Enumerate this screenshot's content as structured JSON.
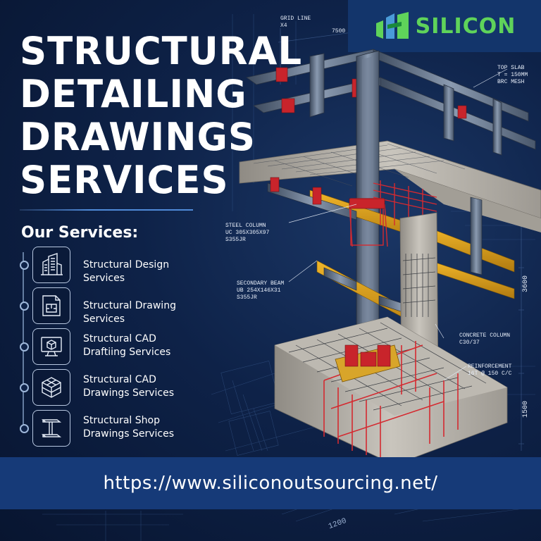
{
  "brand": {
    "name": "SILICON",
    "color": "#5fd35a",
    "icon": "silicon-logo-icon"
  },
  "title": {
    "lines": [
      "STRUCTURAL",
      "DETAILING",
      "DRAWINGS",
      "SERVICES"
    ]
  },
  "services": {
    "heading": "Our Services:",
    "items": [
      {
        "label_lines": [
          "Structural Design Services"
        ],
        "icon": "building-icon"
      },
      {
        "label_lines": [
          "Structural Drawing Services"
        ],
        "icon": "floor-plan-icon"
      },
      {
        "label_lines": [
          "Structural CAD",
          "Draftiing Services"
        ],
        "icon": "monitor-cad-icon"
      },
      {
        "label_lines": [
          "Structural CAD",
          "Drawings Services"
        ],
        "icon": "wireframe-cube-icon"
      },
      {
        "label_lines": [
          "Structural Shop",
          "Drawings Services"
        ],
        "icon": "steel-beam-icon"
      }
    ]
  },
  "annotations": {
    "grid_line": [
      "GRID LINE",
      "X4"
    ],
    "dim_top": "7500",
    "top_slab": [
      "TOP SLAB",
      "t = 150mm",
      "BRC MESH"
    ],
    "steel_column": [
      "STEEL COLUMN",
      "UC 305x305x97",
      "S355JR"
    ],
    "secondary_beam": [
      "SECONDARY BEAM",
      "UB 254x146x31",
      "S355JR"
    ],
    "concrete_column": [
      "CONCRETE COLUMN",
      "C30/37"
    ],
    "reinforcement": [
      "REINFORCEMENT",
      "16T @ 150 C/C"
    ],
    "dim_3600": "3600",
    "dim_1500": "1500",
    "dim_1200": "1200"
  },
  "footer": {
    "url": "https://www.siliconoutsourcing.net/"
  },
  "colors": {
    "background": "#0e2248",
    "band": "#163a78",
    "steel": "#5a6b80",
    "accent_red": "#c8242b",
    "accent_yellow": "#e2a21a",
    "concrete": "#b8b4ac"
  }
}
